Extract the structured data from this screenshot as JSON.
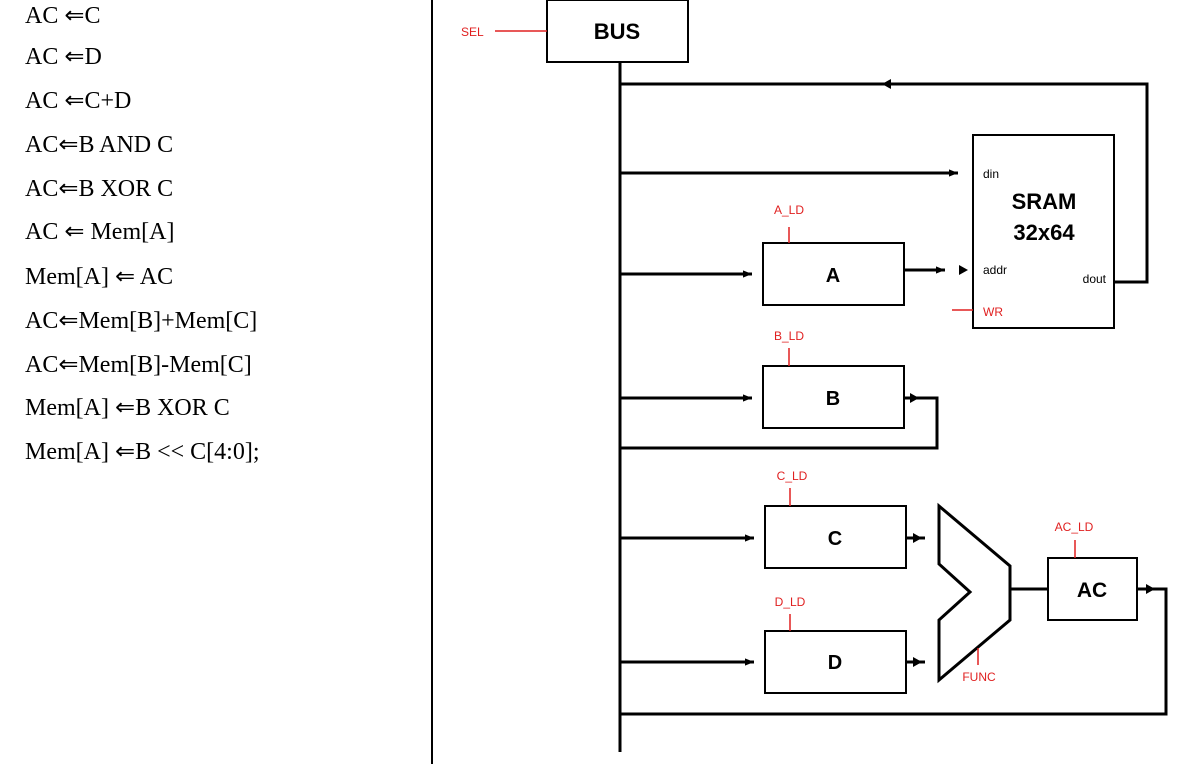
{
  "operations": [
    {
      "lhs": "AC ",
      "arrow": "⇐",
      "rhs": "C"
    },
    {
      "lhs": "AC ",
      "arrow": "⇐",
      "rhs": "D"
    },
    {
      "lhs": "AC ",
      "arrow": "⇐",
      "rhs": "C+D"
    },
    {
      "lhs": "AC",
      "arrow": "⇐",
      "rhs": "B AND C"
    },
    {
      "lhs": "AC",
      "arrow": "⇐",
      "rhs": "B XOR C"
    },
    {
      "lhs": "AC ",
      "arrow": "⇐",
      "rhs": " Mem[A]"
    },
    {
      "lhs": "Mem[A] ",
      "arrow": "⇐",
      "rhs": " AC"
    },
    {
      "lhs": "AC",
      "arrow": "⇐",
      "rhs": "Mem[B]+Mem[C]"
    },
    {
      "lhs": "AC",
      "arrow": "⇐",
      "rhs": "Mem[B]-Mem[C]"
    },
    {
      "lhs": "Mem[A] ",
      "arrow": "⇐",
      "rhs": "B XOR C"
    },
    {
      "lhs": "Mem[A] ",
      "arrow": "⇐",
      "rhs": "B << C[4:0];"
    }
  ],
  "diagram": {
    "bus_label": "BUS",
    "sel_label": "SEL",
    "sram": {
      "title_line1": "SRAM",
      "title_line2": "32x64",
      "din": "din",
      "addr": "addr",
      "dout": "dout",
      "wr": "WR"
    },
    "registers": {
      "a": "A",
      "b": "B",
      "c": "C",
      "d": "D",
      "ac": "AC"
    },
    "control_signals": {
      "a_ld": "A_LD",
      "b_ld": "B_LD",
      "c_ld": "C_LD",
      "d_ld": "D_LD",
      "ac_ld": "AC_LD",
      "func": "FUNC"
    },
    "colors": {
      "wire": "#000000",
      "control": "#e02020"
    }
  }
}
